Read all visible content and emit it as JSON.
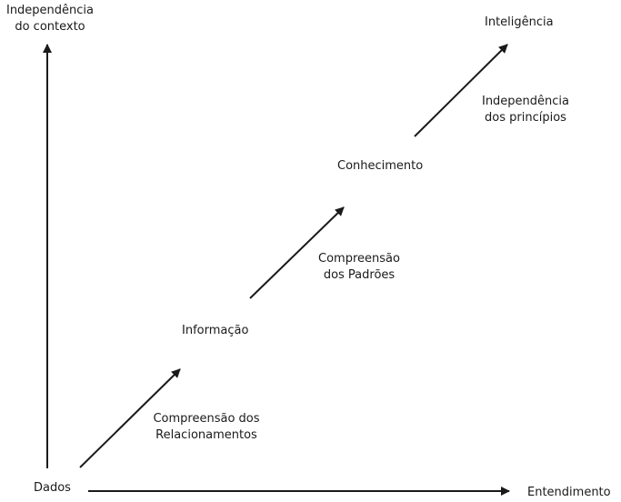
{
  "axes": {
    "y_label_line1": "Independência",
    "y_label_line2": "do contexto",
    "x_label": "Entendimento"
  },
  "stages": {
    "dados": "Dados",
    "informacao": "Informação",
    "conhecimento": "Conhecimento",
    "inteligencia": "Inteligência"
  },
  "transitions": {
    "relacionamentos_line1": "Compreensão dos",
    "relacionamentos_line2": "Relacionamentos",
    "padroes_line1": "Compreensão",
    "padroes_line2": "dos Padrões",
    "principios_line1": "Independência",
    "principios_line2": "dos princípios"
  },
  "colors": {
    "stroke": "#1a1a1a",
    "background": "#ffffff"
  }
}
